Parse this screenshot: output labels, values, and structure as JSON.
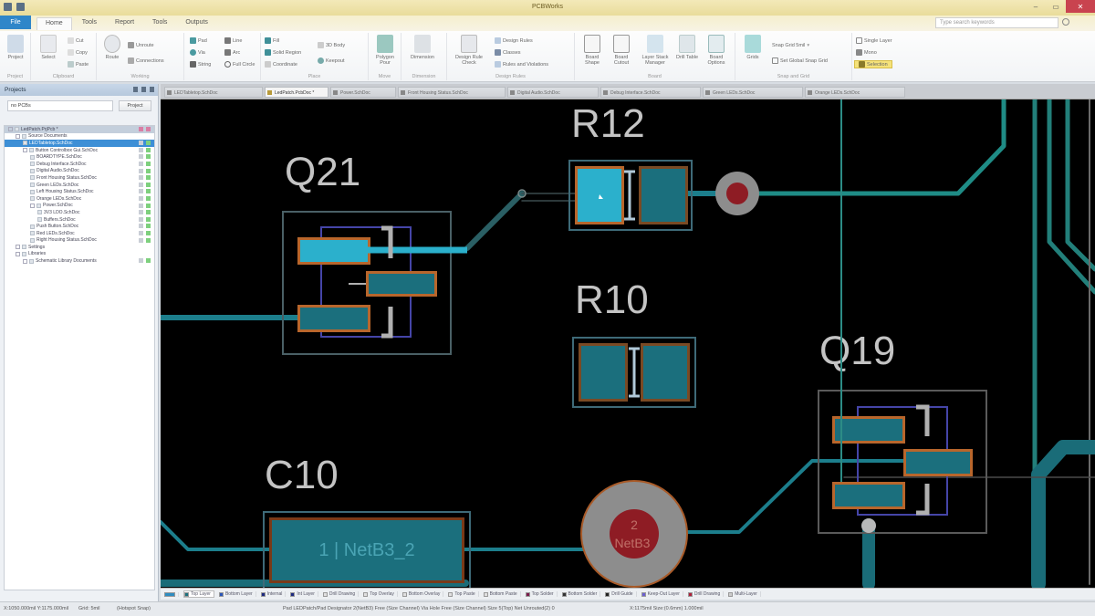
{
  "window": {
    "title": "PCBWorks",
    "controls": {
      "minimize": "–",
      "maximize": "▭",
      "close": "✕"
    }
  },
  "ribbon": {
    "file_tab": "File",
    "tabs": [
      "Home",
      "Tools",
      "Report",
      "Tools",
      "Outputs"
    ],
    "active_tab": "Home",
    "search_placeholder": "Type search keywords",
    "groups": [
      {
        "label": "Project",
        "big_buttons": [
          "Project"
        ]
      },
      {
        "label": "Clipboard",
        "big_buttons": [
          "Select"
        ],
        "small_buttons": [
          "Cut",
          "Copy",
          "Paste"
        ]
      },
      {
        "label": "Working",
        "big_buttons": [
          "Route"
        ],
        "small_buttons": [
          "Unroute",
          "Connections"
        ]
      },
      {
        "label": "",
        "small_buttons": [
          "Pad",
          "Via",
          "String",
          "Line",
          "Arc",
          "Full Circle"
        ]
      },
      {
        "label": "Place",
        "small_buttons": [
          "Fill",
          "Solid Region",
          "Coordinate",
          "3D Body",
          "Keepout"
        ]
      },
      {
        "label": "Move",
        "big_buttons": [
          "Polygon Pour"
        ]
      },
      {
        "label": "Dimension",
        "big_buttons": [
          "Dimension"
        ]
      },
      {
        "label": "Design Rules",
        "big_buttons": [
          "Design Rule Check"
        ],
        "small_buttons": [
          "Design Rules",
          "Classes",
          "Rules and Violations"
        ]
      },
      {
        "label": "Board",
        "big_buttons": [
          "Board Shape",
          "Board Cutout",
          "Layer Stack Manager",
          "Drill Table",
          "Board Options"
        ]
      },
      {
        "label": "Snap and Grid",
        "big_buttons": [
          "Grids"
        ],
        "small_buttons": [
          "Snap Grid  5mil",
          "Set Global Snap Grid"
        ]
      },
      {
        "label": "",
        "small_buttons": [
          "Single Layer",
          "Mono",
          "Selection"
        ]
      }
    ]
  },
  "sidebar": {
    "title": "Projects",
    "search_value": "no PCBs",
    "project_button": "Project",
    "tree": [
      {
        "label": "LedPatch.PrjPcb *",
        "level": 0,
        "type": "root"
      },
      {
        "label": "Source Documents",
        "level": 1,
        "type": "folder"
      },
      {
        "label": "LEDTabletop.SchDoc",
        "level": 2,
        "type": "selected"
      },
      {
        "label": "Button Controlbox Gui.SchDoc",
        "level": 2,
        "type": "folder"
      },
      {
        "label": "BOARDTYPE.SchDoc",
        "level": 3,
        "type": "doc"
      },
      {
        "label": "Debug Interface.SchDoc",
        "level": 3,
        "type": "doc"
      },
      {
        "label": "Digital Audio.SchDoc",
        "level": 3,
        "type": "doc"
      },
      {
        "label": "Front Housing Status.SchDoc",
        "level": 3,
        "type": "doc"
      },
      {
        "label": "Green LEDs.SchDoc",
        "level": 3,
        "type": "doc"
      },
      {
        "label": "Left Housing Status.SchDoc",
        "level": 3,
        "type": "doc"
      },
      {
        "label": "Orange LEDs.SchDoc",
        "level": 3,
        "type": "doc"
      },
      {
        "label": "Power.SchDoc",
        "level": 3,
        "type": "folder"
      },
      {
        "label": "3V3 LDO.SchDoc",
        "level": 4,
        "type": "doc"
      },
      {
        "label": "Buffers.SchDoc",
        "level": 4,
        "type": "doc"
      },
      {
        "label": "Push Button.SchDoc",
        "level": 3,
        "type": "doc"
      },
      {
        "label": "Red LEDs.SchDoc",
        "level": 3,
        "type": "doc"
      },
      {
        "label": "Right Housing Status.SchDoc",
        "level": 3,
        "type": "doc"
      },
      {
        "label": "Settings",
        "level": 1,
        "type": "folder"
      },
      {
        "label": "Libraries",
        "level": 1,
        "type": "folder"
      },
      {
        "label": "Schematic Library Documents",
        "level": 2,
        "type": "folder"
      }
    ]
  },
  "document_tabs": [
    {
      "label": "LEDTabletop.SchDoc",
      "active": false
    },
    {
      "label": "LedPatch.PcbDoc *",
      "active": true
    },
    {
      "label": "Power.SchDoc",
      "active": false
    },
    {
      "label": "Front Housing Status.SchDoc",
      "active": false
    },
    {
      "label": "Digital Audio.SchDoc",
      "active": false
    },
    {
      "label": "Debug Interface.SchDoc",
      "active": false
    },
    {
      "label": "Green LEDs.SchDoc",
      "active": false
    },
    {
      "label": "Orange LEDs.SchDoc",
      "active": false
    }
  ],
  "pcb": {
    "designators": {
      "q21": "Q21",
      "r12": "R12",
      "r10": "R10",
      "q19": "Q19",
      "c10": "C10"
    },
    "pad_labels": {
      "c10_pad": "1 | NetB3_2",
      "via_num": "2",
      "via_net": "NetB3"
    },
    "colors": {
      "background": "#000000",
      "top_layer": "#1b6f7d",
      "selected_copper": "#2bb0cc",
      "pad_outline": "#b8662c",
      "silkscreen": "#c0c0c0",
      "courtyard": "#4a6470",
      "assembly": "#4545a8",
      "via_ring": "#8d8d8d",
      "via_hole": "#8e1c24",
      "trace": "#1f8c86"
    }
  },
  "layers": [
    {
      "label": "Top Layer",
      "color": "#1b6f7d",
      "active": true
    },
    {
      "label": "Bottom Layer",
      "color": "#2a56b8"
    },
    {
      "label": "Internal",
      "color": "#1d2a80"
    },
    {
      "label": "Int Layer",
      "color": "#1d2a80"
    },
    {
      "label": "Drill Drawing",
      "color": "#e0e0e0"
    },
    {
      "label": "Top Overlay",
      "color": "#e0e0e0"
    },
    {
      "label": "Bottom Overlay",
      "color": "#e0e0e0"
    },
    {
      "label": "Top Paste",
      "color": "#e0e0e0"
    },
    {
      "label": "Bottom Paste",
      "color": "#e0e0e0"
    },
    {
      "label": "Top Solder",
      "color": "#7a1a4a"
    },
    {
      "label": "Bottom Solder",
      "color": "#333333"
    },
    {
      "label": "Drill Guide",
      "color": "#222222"
    },
    {
      "label": "Keep-Out Layer",
      "color": "#6b5fd1"
    },
    {
      "label": "Drill Drawing",
      "color": "#b0203a"
    },
    {
      "label": "Multi-Layer",
      "color": "#cccccc"
    }
  ],
  "status": {
    "coords": "X:1050.000mil Y:1175.000mil",
    "grid": "Grid: 5mil",
    "snap": "(Hotspot Snap)",
    "selection": "Pad LEDPatch/Pad Designator 2(NetB3) Free (Size Channel) Via Hole Free (Size Channel) Size 5(Top) Net Unrouted(2) 0",
    "dimensions": "X:1175mil  Size:(0.6mm) 1.000mil"
  }
}
